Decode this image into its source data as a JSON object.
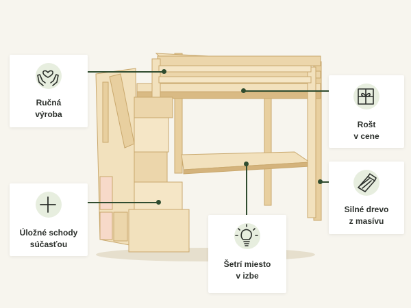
{
  "colors": {
    "background": "#f7f5ee",
    "card": "#ffffff",
    "badge": "#e7eedf",
    "connector": "#2f4c2f",
    "wood_light": "#f2e1bd",
    "wood_mid": "#e8cf9f",
    "wood_dark": "#d4b37c"
  },
  "features": [
    {
      "label": "Ručná\nvýroba",
      "icon": "hands-heart-icon"
    },
    {
      "label": "Úložné schody\nsúčasťou",
      "icon": "plus-icon"
    },
    {
      "label": "Šetrí miesto\nv izbe",
      "icon": "lightbulb-icon"
    },
    {
      "label": "Rošt\nv cene",
      "icon": "gift-icon"
    },
    {
      "label": "Silné drevo\nz masívu",
      "icon": "wood-log-icon"
    }
  ]
}
